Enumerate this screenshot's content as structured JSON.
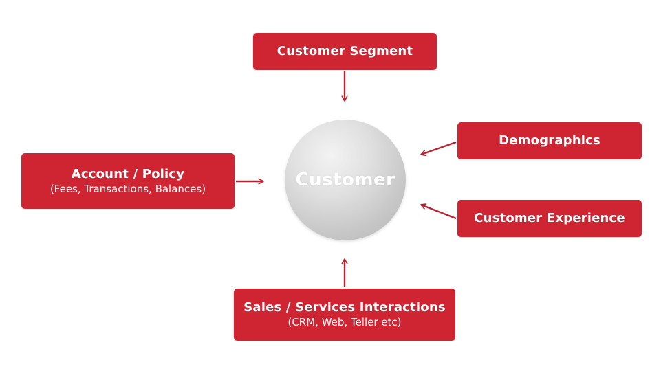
{
  "diagram": {
    "center": {
      "label": "Customer"
    },
    "nodes": {
      "segment": {
        "title": "Customer Segment"
      },
      "demographics": {
        "title": "Demographics"
      },
      "experience": {
        "title": "Customer Experience"
      },
      "account": {
        "title": "Account / Policy",
        "subtitle": "(Fees, Transactions, Balances)"
      },
      "sales": {
        "title": "Sales / Services Interactions",
        "subtitle": "(CRM, Web, Teller etc)"
      }
    },
    "colors": {
      "box": "#cf2532",
      "arrow": "#b8232e",
      "text": "#ffffff"
    }
  }
}
